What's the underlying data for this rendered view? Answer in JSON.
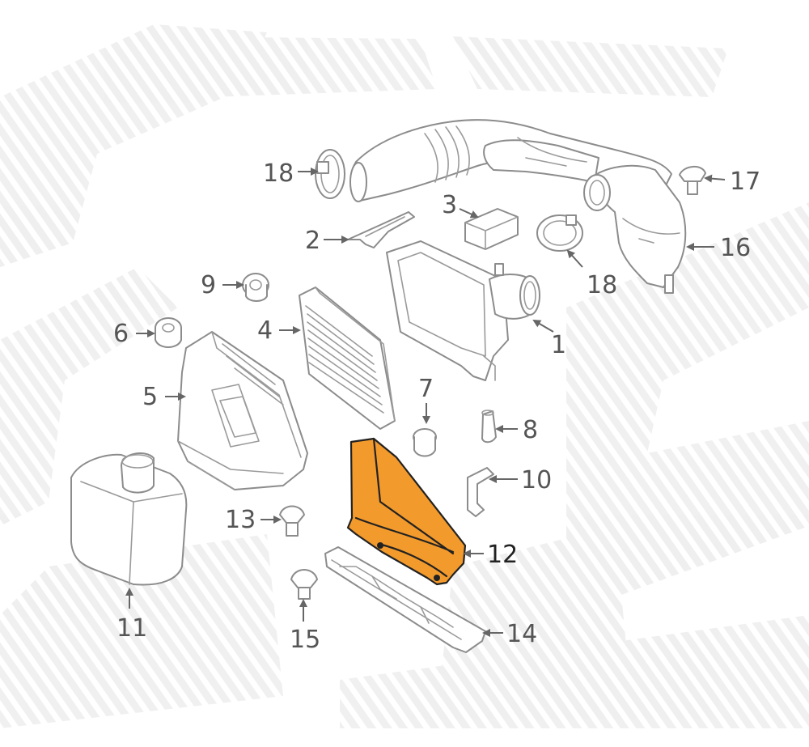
{
  "colors": {
    "highlight": "#f39a2c",
    "line": "#8c8c8c",
    "label": "#555555",
    "watermark": "#efefef"
  },
  "highlighted_part": "12",
  "callouts": {
    "c1": "1",
    "c2": "2",
    "c3": "3",
    "c4": "4",
    "c5": "5",
    "c6": "6",
    "c7": "7",
    "c8": "8",
    "c9": "9",
    "c10": "10",
    "c11": "11",
    "c12": "12",
    "c13": "13",
    "c14": "14",
    "c15": "15",
    "c16": "16",
    "c17": "17",
    "c18a": "18",
    "c18b": "18"
  }
}
